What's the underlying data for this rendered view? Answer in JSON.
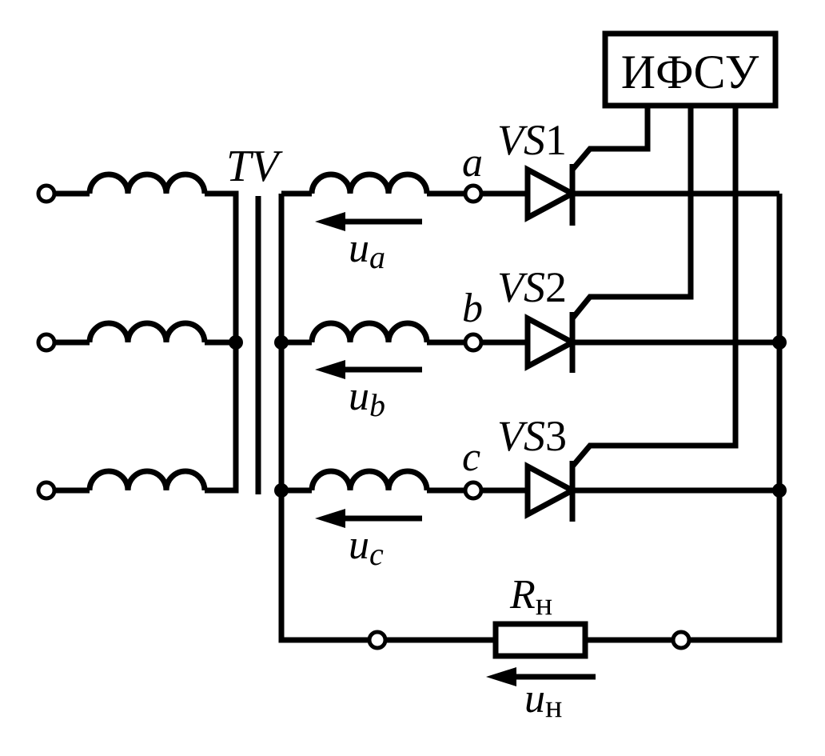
{
  "control_unit": {
    "label": "ИФСУ"
  },
  "transformer": {
    "label": "TV"
  },
  "phases": [
    {
      "node_label": "a",
      "thyristor_base": "VS",
      "thyristor_num": "1",
      "voltage_sym": "u",
      "voltage_sub": "a"
    },
    {
      "node_label": "b",
      "thyristor_base": "VS",
      "thyristor_num": "2",
      "voltage_sym": "u",
      "voltage_sub": "b"
    },
    {
      "node_label": "c",
      "thyristor_base": "VS",
      "thyristor_num": "3",
      "voltage_sym": "u",
      "voltage_sub": "c"
    }
  ],
  "load": {
    "resistor_sym": "R",
    "resistor_sub": "н",
    "voltage_sym": "u",
    "voltage_sub": "н"
  }
}
